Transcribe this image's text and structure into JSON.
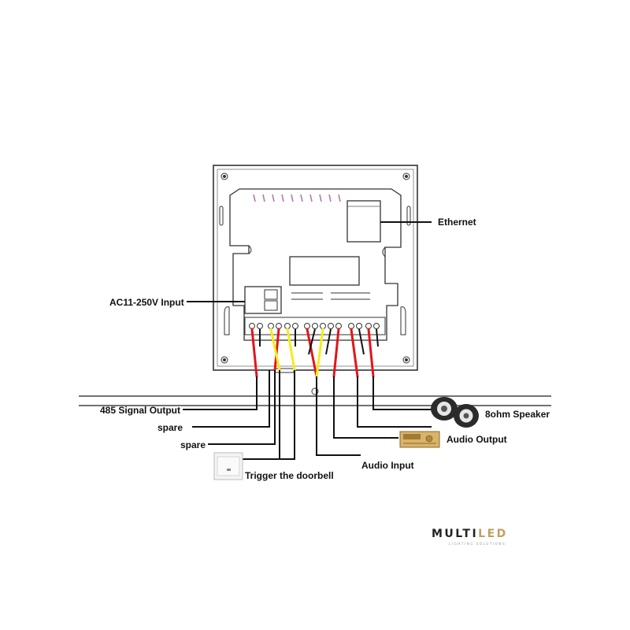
{
  "labels": {
    "ethernet": "Ethernet",
    "ac_input": "AC11-250V  Input",
    "signal_485": "485 Signal Output",
    "spare_1": "spare",
    "spare_2": "spare",
    "doorbell": "Trigger the doorbell",
    "audio_input": "Audio Input",
    "audio_output": "Audio Output",
    "speaker": "8ohm Speaker"
  },
  "logo": {
    "main": "MULTILED",
    "accent": "LED",
    "tagline": "LIGHTING SOLUTIONS"
  },
  "wire_colors": {
    "red": "#e0161b",
    "yellow": "#f2ee1a",
    "black": "#111111"
  },
  "icons": [
    "doorbell-switch-icon",
    "amplifier-icon",
    "speaker-icon"
  ]
}
